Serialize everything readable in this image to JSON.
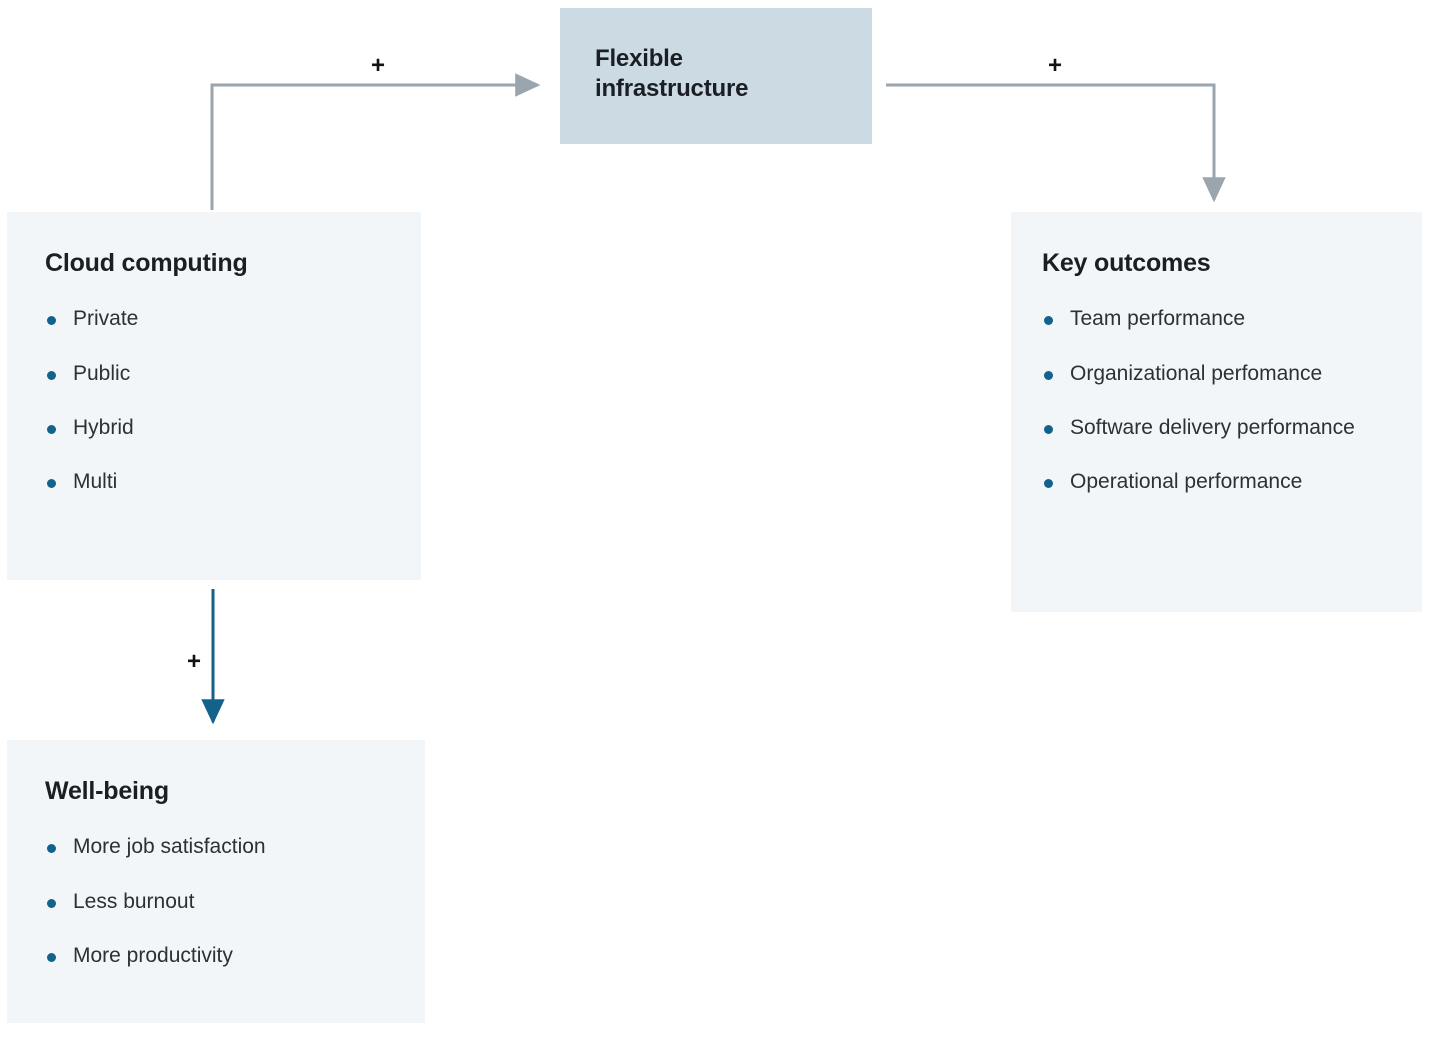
{
  "diagram": {
    "title_semantic": "cloud-computing-impact-model",
    "colors": {
      "accent_box": "#ccdae3",
      "pale_box": "#f2f6f9",
      "bullet": "#13628c",
      "gray_connector": "#9aa5ad",
      "blue_connector": "#13628c",
      "text": "#1f2328"
    }
  },
  "boxes": {
    "flexible": {
      "title": "Flexible infrastructure",
      "title_line1": "Flexible",
      "title_line2": "infrastructure"
    },
    "cloud": {
      "title": "Cloud computing",
      "items": [
        "Private",
        "Public",
        "Hybrid",
        "Multi"
      ]
    },
    "outcomes": {
      "title": "Key outcomes",
      "items": [
        "Team performance",
        "Organizational perfomance",
        "Software delivery performance",
        "Operational performance"
      ]
    },
    "wellbeing": {
      "title": "Well-being",
      "items": [
        "More job satisfaction",
        "Less burnout",
        "More productivity"
      ]
    }
  },
  "connectors": [
    {
      "id": "cloud-to-flexible",
      "from": "cloud",
      "to": "flexible",
      "label": "+",
      "color": "#9aa5ad",
      "direction": "up-right"
    },
    {
      "id": "flexible-to-outcomes",
      "from": "flexible",
      "to": "outcomes",
      "label": "+",
      "color": "#9aa5ad",
      "direction": "right-down"
    },
    {
      "id": "cloud-to-wellbeing",
      "from": "cloud",
      "to": "wellbeing",
      "label": "+",
      "color": "#13628c",
      "direction": "down"
    }
  ]
}
